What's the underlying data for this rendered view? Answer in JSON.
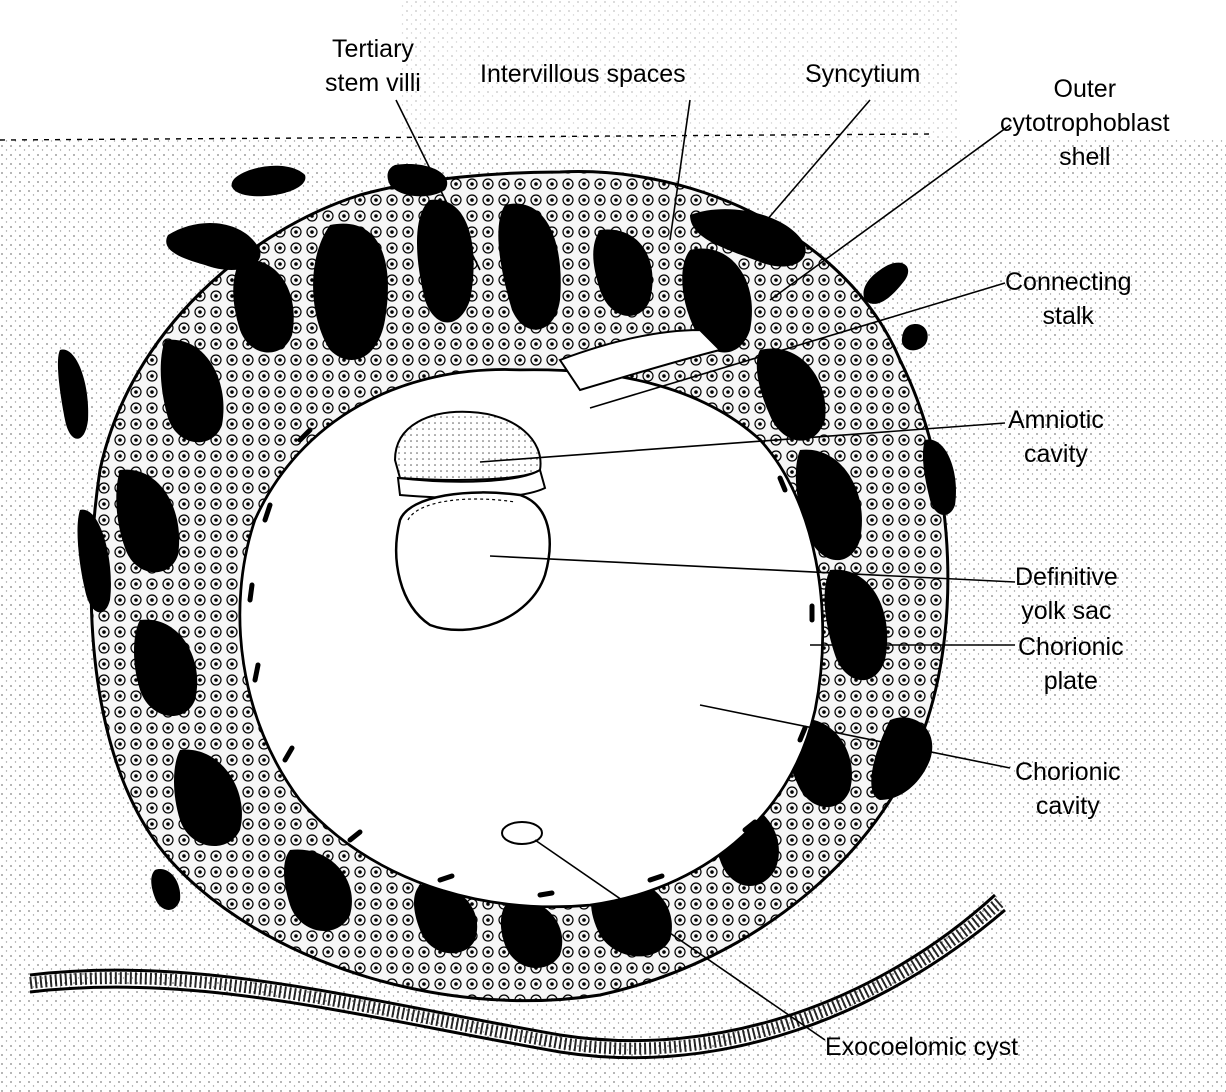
{
  "diagram": {
    "colors": {
      "ink": "#000000",
      "paper": "#ffffff",
      "villus_fill": "#f1f1f1",
      "stipple": "#6a6a6a"
    },
    "labels": {
      "tertiary_stem_villi": [
        "Tertiary",
        "stem villi"
      ],
      "intervillous_spaces": [
        "Intervillous spaces"
      ],
      "syncytium": [
        "Syncytium"
      ],
      "outer_cytotrophoblast_shell": [
        "Outer",
        "cytotrophoblast",
        "shell"
      ],
      "connecting_stalk": [
        "Connecting",
        "stalk"
      ],
      "amniotic_cavity": [
        "Amniotic",
        "cavity"
      ],
      "definitive_yolk_sac": [
        "Definitive",
        "yolk sac"
      ],
      "chorionic_plate": [
        "Chorionic",
        "plate"
      ],
      "chorionic_cavity": [
        "Chorionic",
        "cavity"
      ],
      "exocoelomic_cyst": [
        "Exocoelomic cyst"
      ]
    }
  }
}
